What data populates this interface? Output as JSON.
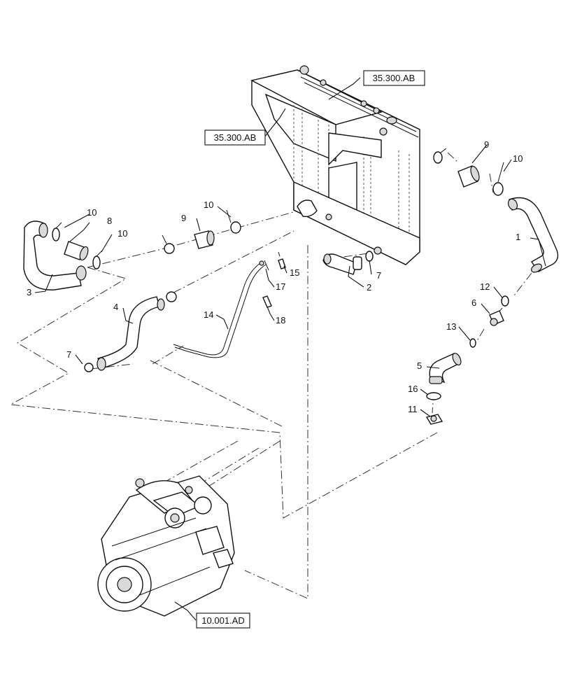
{
  "references": {
    "radiator_right": "35.300.AB",
    "radiator_left": "35.300.AB",
    "engine": "10.001.AD"
  },
  "callouts": {
    "c1": "1",
    "c2": "2",
    "c3": "3",
    "c4": "4",
    "c5": "5",
    "c6": "6",
    "c7a": "7",
    "c7b": "7",
    "c8": "8",
    "c9a": "9",
    "c9b": "9",
    "c10a": "10",
    "c10b": "10",
    "c10c": "10",
    "c10d": "10",
    "c11": "11",
    "c12": "12",
    "c13": "13",
    "c14": "14",
    "c15": "15",
    "c16": "16",
    "c17": "17",
    "c18": "18"
  }
}
